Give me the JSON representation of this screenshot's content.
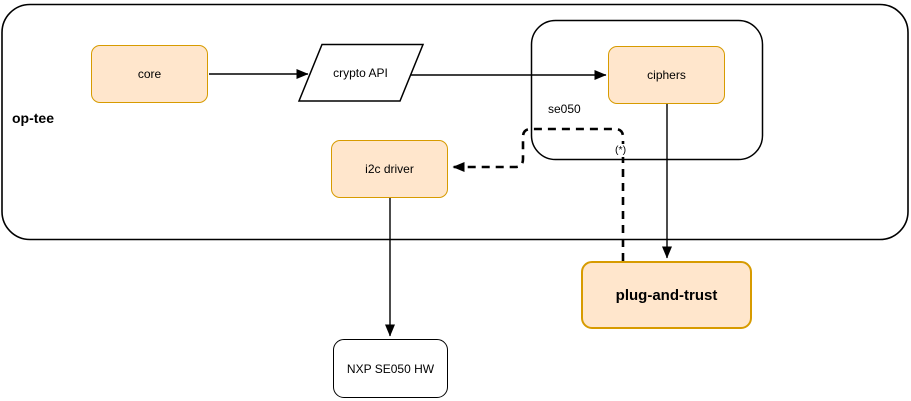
{
  "diagram": {
    "containers": {
      "optee": {
        "label": "op-tee"
      },
      "se050": {
        "label": "se050"
      }
    },
    "nodes": {
      "core": {
        "label": "core"
      },
      "crypto_api": {
        "label": "crypto API"
      },
      "ciphers": {
        "label": "ciphers"
      },
      "i2c_driver": {
        "label": "i2c driver"
      },
      "plug_and_trust": {
        "label": "plug-and-trust"
      },
      "nxp_se050_hw": {
        "label": "NXP SE050 HW"
      }
    },
    "annotations": {
      "star": {
        "label": "(*)"
      }
    },
    "edges": [
      {
        "from": "core",
        "to": "crypto_api",
        "style": "solid",
        "label": ""
      },
      {
        "from": "crypto_api",
        "to": "ciphers",
        "style": "solid",
        "label": ""
      },
      {
        "from": "ciphers",
        "to": "plug_and_trust",
        "style": "solid",
        "label": ""
      },
      {
        "from": "i2c_driver",
        "to": "nxp_se050_hw",
        "style": "solid",
        "label": ""
      },
      {
        "from": "plug_and_trust",
        "to": "i2c_driver",
        "style": "dashed",
        "label": "(*)"
      }
    ],
    "colors": {
      "node_fill": "#ffe6cc",
      "node_border": "#d79b00",
      "container_border": "#000000",
      "edge": "#000000",
      "background": "#ffffff"
    }
  }
}
